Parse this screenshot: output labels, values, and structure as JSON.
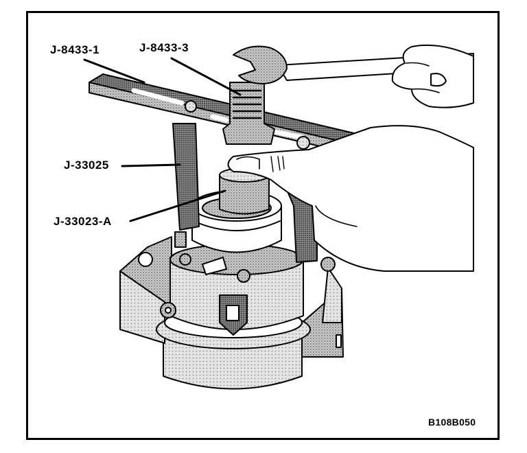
{
  "callouts": {
    "j8433_1": "J-8433-1",
    "j8433_3": "J-8433-3",
    "j33025": "J-33025",
    "j33023a": "J-33023-A"
  },
  "figure_id": "B108B050"
}
